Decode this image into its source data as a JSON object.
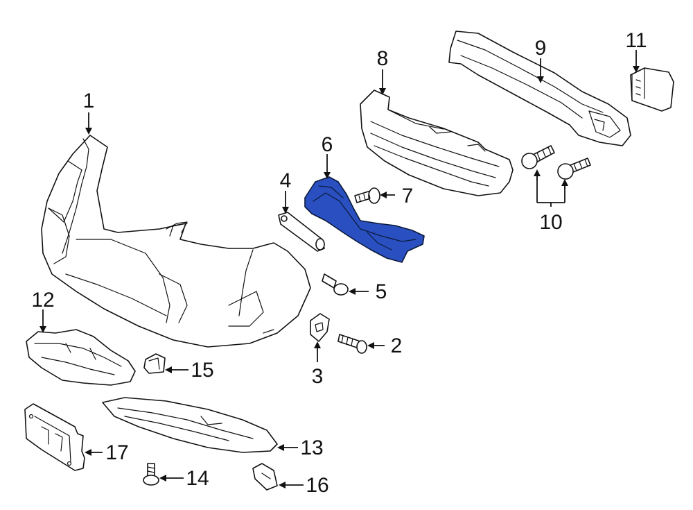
{
  "colors": {
    "line": "#111111",
    "background": "#ffffff",
    "highlight": "#2a4fc0"
  },
  "highlighted_part": "6",
  "callouts": {
    "c1": "1",
    "c2": "2",
    "c3": "3",
    "c4": "4",
    "c5": "5",
    "c6": "6",
    "c7": "7",
    "c8": "8",
    "c9": "9",
    "c10": "10",
    "c11": "11",
    "c12": "12",
    "c13": "13",
    "c14": "14",
    "c15": "15",
    "c16": "16",
    "c17": "17"
  }
}
